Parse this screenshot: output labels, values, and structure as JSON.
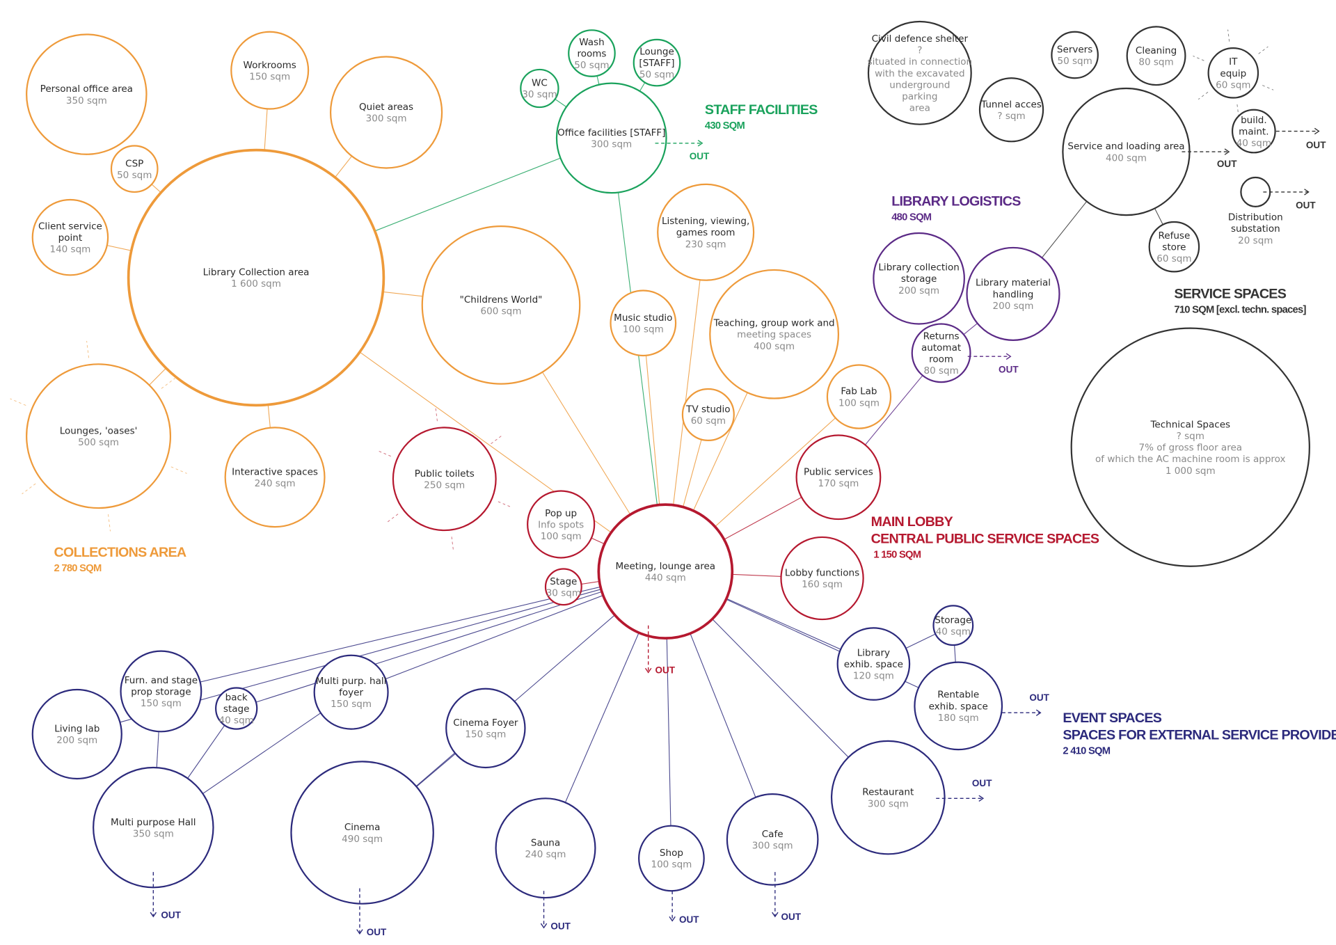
{
  "colors": {
    "collections": "#ee9a3a",
    "staff": "#1aa25c",
    "logistics": "#5b2a86",
    "lobby": "#b5182f",
    "event": "#2c2a7c",
    "service": "#333333"
  },
  "headings": [
    {
      "group": "collections",
      "lines": [
        "COLLECTIONS AREA"
      ],
      "total": "2 780 SQM"
    },
    {
      "group": "staff",
      "lines": [
        "STAFF FACILITIES"
      ],
      "total": "430 SQM"
    },
    {
      "group": "logistics",
      "lines": [
        "LIBRARY LOGISTICS"
      ],
      "total": "480 SQM"
    },
    {
      "group": "service",
      "lines": [
        "SERVICE SPACES"
      ],
      "total": "710 SQM [excl. techn. spaces]"
    },
    {
      "group": "lobby",
      "lines": [
        "MAIN LOBBY",
        "CENTRAL PUBLIC SERVICE SPACES"
      ],
      "total": "1 150 SQM"
    },
    {
      "group": "event",
      "lines": [
        "EVENT SPACES",
        "SPACES FOR EXTERNAL SERVICE PROVIDERS"
      ],
      "total": "2 410 SQM"
    }
  ],
  "nodes": [
    {
      "id": "personal",
      "group": "collections",
      "name": [
        "Personal office area"
      ],
      "detail": [
        "350 sqm"
      ]
    },
    {
      "id": "workrooms",
      "group": "collections",
      "name": [
        "Workrooms"
      ],
      "detail": [
        "150 sqm"
      ]
    },
    {
      "id": "quiet",
      "group": "collections",
      "name": [
        "Quiet areas"
      ],
      "detail": [
        "300 sqm"
      ]
    },
    {
      "id": "csp",
      "group": "collections",
      "name": [
        "CSP"
      ],
      "detail": [
        "50 sqm"
      ]
    },
    {
      "id": "client",
      "group": "collections",
      "name": [
        "Client service",
        "point"
      ],
      "detail": [
        "140 sqm"
      ]
    },
    {
      "id": "libcoll",
      "group": "collections",
      "name": [
        "Library Collection area"
      ],
      "detail": [
        "1 600 sqm"
      ]
    },
    {
      "id": "lounges",
      "group": "collections",
      "name": [
        "Lounges, 'oases'"
      ],
      "detail": [
        "500 sqm"
      ]
    },
    {
      "id": "interactive",
      "group": "collections",
      "name": [
        "Interactive spaces"
      ],
      "detail": [
        "240 sqm"
      ]
    },
    {
      "id": "childrens",
      "group": "collections",
      "name": [
        "\"Childrens World\""
      ],
      "detail": [
        "600 sqm"
      ]
    },
    {
      "id": "listening",
      "group": "collections",
      "name": [
        "Listening, viewing,",
        "games room"
      ],
      "detail": [
        "230 sqm"
      ]
    },
    {
      "id": "music",
      "group": "collections",
      "name": [
        "Music studio"
      ],
      "detail": [
        "100 sqm"
      ]
    },
    {
      "id": "teaching",
      "group": "collections",
      "name": [
        "Teaching, group work and"
      ],
      "detail": [
        "meeting spaces",
        "400 sqm"
      ]
    },
    {
      "id": "tv",
      "group": "collections",
      "name": [
        "TV studio"
      ],
      "detail": [
        "60 sqm"
      ]
    },
    {
      "id": "fablab",
      "group": "collections",
      "name": [
        "Fab Lab"
      ],
      "detail": [
        "100 sqm"
      ]
    },
    {
      "id": "wc",
      "group": "staff",
      "name": [
        "WC"
      ],
      "detail": [
        "30 sqm"
      ]
    },
    {
      "id": "wash",
      "group": "staff",
      "name": [
        "Wash",
        "rooms"
      ],
      "detail": [
        "50 sqm"
      ]
    },
    {
      "id": "lounge_staff",
      "group": "staff",
      "name": [
        "Lounge",
        "[STAFF]"
      ],
      "detail": [
        "50 sqm"
      ]
    },
    {
      "id": "office",
      "group": "staff",
      "name": [
        "Office facilities [STAFF]"
      ],
      "detail": [
        "300 sqm"
      ]
    },
    {
      "id": "libstorage",
      "group": "logistics",
      "name": [
        "Library collection",
        "storage"
      ],
      "detail": [
        "200 sqm"
      ]
    },
    {
      "id": "handling",
      "group": "logistics",
      "name": [
        "Library material",
        "handling"
      ],
      "detail": [
        "200 sqm"
      ]
    },
    {
      "id": "returns",
      "group": "logistics",
      "name": [
        "Returns",
        "automat",
        "room"
      ],
      "detail": [
        "80 sqm"
      ]
    },
    {
      "id": "toilets",
      "group": "lobby",
      "name": [
        "Public toilets"
      ],
      "detail": [
        "250 sqm"
      ]
    },
    {
      "id": "popup",
      "group": "lobby",
      "name": [
        "Pop up"
      ],
      "detail": [
        "Info spots",
        "100 sqm"
      ]
    },
    {
      "id": "stage",
      "group": "lobby",
      "name": [
        "Stage"
      ],
      "detail": [
        "30 sqm"
      ]
    },
    {
      "id": "meeting",
      "group": "lobby",
      "name": [
        "Meeting, lounge area"
      ],
      "detail": [
        "440 sqm"
      ]
    },
    {
      "id": "pubserv",
      "group": "lobby",
      "name": [
        "Public services"
      ],
      "detail": [
        "170 sqm"
      ]
    },
    {
      "id": "lobbyfn",
      "group": "lobby",
      "name": [
        "Lobby functions"
      ],
      "detail": [
        "160 sqm"
      ]
    },
    {
      "id": "livinglab",
      "group": "event",
      "name": [
        "Living lab"
      ],
      "detail": [
        "200 sqm"
      ]
    },
    {
      "id": "furn",
      "group": "event",
      "name": [
        "Furn. and stage",
        "prop storage"
      ],
      "detail": [
        "150 sqm"
      ]
    },
    {
      "id": "backstage",
      "group": "event",
      "name": [
        "back",
        "stage"
      ],
      "detail": [
        "40 sqm"
      ]
    },
    {
      "id": "hallfoyer",
      "group": "event",
      "name": [
        "Multi purp. hall",
        "foyer"
      ],
      "detail": [
        "150 sqm"
      ]
    },
    {
      "id": "cinfoyer",
      "group": "event",
      "name": [
        "Cinema Foyer"
      ],
      "detail": [
        "150 sqm"
      ]
    },
    {
      "id": "hall",
      "group": "event",
      "name": [
        "Multi purpose Hall"
      ],
      "detail": [
        "350 sqm"
      ]
    },
    {
      "id": "cinema",
      "group": "event",
      "name": [
        "Cinema"
      ],
      "detail": [
        "490 sqm"
      ]
    },
    {
      "id": "sauna",
      "group": "event",
      "name": [
        "Sauna"
      ],
      "detail": [
        "240 sqm"
      ]
    },
    {
      "id": "shop",
      "group": "event",
      "name": [
        "Shop"
      ],
      "detail": [
        "100 sqm"
      ]
    },
    {
      "id": "cafe",
      "group": "event",
      "name": [
        "Cafe"
      ],
      "detail": [
        "300 sqm"
      ]
    },
    {
      "id": "restaurant",
      "group": "event",
      "name": [
        "Restaurant"
      ],
      "detail": [
        "300 sqm"
      ]
    },
    {
      "id": "libexhib",
      "group": "event",
      "name": [
        "Library",
        "exhib. space"
      ],
      "detail": [
        "120 sqm"
      ]
    },
    {
      "id": "storage",
      "group": "event",
      "name": [
        "Storage"
      ],
      "detail": [
        "40 sqm"
      ]
    },
    {
      "id": "rentable",
      "group": "event",
      "name": [
        "Rentable",
        "exhib. space"
      ],
      "detail": [
        "180 sqm"
      ]
    },
    {
      "id": "civil",
      "group": "service",
      "name": [
        "Civil defence shelter"
      ],
      "detail": [
        "?",
        "situated in connection",
        "with the excavated",
        "underground",
        "parking",
        "area"
      ]
    },
    {
      "id": "tunnel",
      "group": "service",
      "name": [
        "Tunnel acces"
      ],
      "detail": [
        "? sqm"
      ]
    },
    {
      "id": "servers",
      "group": "service",
      "name": [
        "Servers"
      ],
      "detail": [
        "50 sqm"
      ]
    },
    {
      "id": "cleaning",
      "group": "service",
      "name": [
        "Cleaning"
      ],
      "detail": [
        "80 sqm"
      ]
    },
    {
      "id": "itequip",
      "group": "service",
      "name": [
        "IT",
        "equip"
      ],
      "detail": [
        "60 sqm"
      ]
    },
    {
      "id": "loading",
      "group": "service",
      "name": [
        "Service and loading area"
      ],
      "detail": [
        "400 sqm"
      ]
    },
    {
      "id": "buildmaint",
      "group": "service",
      "name": [
        "build.",
        "maint."
      ],
      "detail": [
        "40 sqm"
      ]
    },
    {
      "id": "distribution",
      "group": "service",
      "name": [
        "Distribution",
        "substation"
      ],
      "detail": [
        "20 sqm"
      ]
    },
    {
      "id": "refuse",
      "group": "service",
      "name": [
        "Refuse",
        "store"
      ],
      "detail": [
        "60 sqm"
      ]
    },
    {
      "id": "technical",
      "group": "service",
      "name": [
        "Technical Spaces"
      ],
      "detail": [
        "? sqm",
        "7% of gross floor area",
        "of which the AC machine room is approx",
        "1 000 sqm"
      ]
    }
  ],
  "edges": [
    {
      "from": "libcoll",
      "to": "workrooms",
      "group": "collections"
    },
    {
      "from": "libcoll",
      "to": "quiet",
      "group": "collections"
    },
    {
      "from": "libcoll",
      "to": "csp",
      "group": "collections"
    },
    {
      "from": "libcoll",
      "to": "client",
      "group": "collections"
    },
    {
      "from": "libcoll",
      "to": "lounges",
      "group": "collections"
    },
    {
      "from": "libcoll",
      "to": "interactive",
      "group": "collections"
    },
    {
      "from": "libcoll",
      "to": "childrens",
      "group": "collections"
    },
    {
      "from": "libcoll",
      "to": "meeting",
      "group": "collections"
    },
    {
      "from": "meeting",
      "to": "childrens",
      "group": "collections"
    },
    {
      "from": "meeting",
      "to": "listening",
      "group": "collections"
    },
    {
      "from": "meeting",
      "to": "music",
      "group": "collections"
    },
    {
      "from": "meeting",
      "to": "teaching",
      "group": "collections"
    },
    {
      "from": "meeting",
      "to": "tv",
      "group": "collections"
    },
    {
      "from": "meeting",
      "to": "fablab",
      "group": "collections"
    },
    {
      "from": "libcoll",
      "to": "office",
      "group": "staff"
    },
    {
      "from": "meeting",
      "to": "office",
      "group": "staff"
    },
    {
      "from": "office",
      "to": "wc",
      "group": "staff"
    },
    {
      "from": "office",
      "to": "wash",
      "group": "staff"
    },
    {
      "from": "office",
      "to": "lounge_staff",
      "group": "staff"
    },
    {
      "from": "pubserv",
      "to": "returns",
      "group": "logistics"
    },
    {
      "from": "returns",
      "to": "handling",
      "group": "logistics"
    },
    {
      "from": "handling",
      "to": "loading",
      "group": "service"
    },
    {
      "from": "loading",
      "to": "refuse",
      "group": "service"
    },
    {
      "from": "meeting",
      "to": "pubserv",
      "group": "lobby"
    },
    {
      "from": "meeting",
      "to": "lobbyfn",
      "group": "lobby"
    },
    {
      "from": "meeting",
      "to": "popup",
      "group": "lobby"
    },
    {
      "from": "meeting",
      "to": "stage",
      "group": "lobby"
    },
    {
      "from": "meeting",
      "to": "livinglab",
      "group": "event"
    },
    {
      "from": "meeting",
      "to": "furn",
      "group": "event"
    },
    {
      "from": "meeting",
      "to": "backstage",
      "group": "event"
    },
    {
      "from": "meeting",
      "to": "hallfoyer",
      "group": "event"
    },
    {
      "from": "meeting",
      "to": "cinema",
      "group": "event"
    },
    {
      "from": "meeting",
      "to": "sauna",
      "group": "event"
    },
    {
      "from": "meeting",
      "to": "shop",
      "group": "event"
    },
    {
      "from": "meeting",
      "to": "cafe",
      "group": "event"
    },
    {
      "from": "meeting",
      "to": "restaurant",
      "group": "event"
    },
    {
      "from": "meeting",
      "to": "libexhib",
      "group": "event"
    },
    {
      "from": "meeting",
      "to": "rentable",
      "group": "event"
    },
    {
      "from": "furn",
      "to": "hall",
      "group": "event"
    },
    {
      "from": "backstage",
      "to": "hall",
      "group": "event"
    },
    {
      "from": "hallfoyer",
      "to": "hall",
      "group": "event"
    },
    {
      "from": "cinfoyer",
      "to": "cinema",
      "group": "event"
    },
    {
      "from": "libexhib",
      "to": "storage",
      "group": "event"
    },
    {
      "from": "storage",
      "to": "rentable",
      "group": "event"
    }
  ],
  "outs": [
    {
      "node": "office",
      "group": "staff",
      "label": "OUT"
    },
    {
      "node": "loading",
      "group": "service",
      "label": "OUT"
    },
    {
      "node": "buildmaint",
      "group": "service",
      "label": "OUT"
    },
    {
      "node": "distribution",
      "group": "service",
      "label": "OUT"
    },
    {
      "node": "returns",
      "group": "logistics",
      "label": "OUT"
    },
    {
      "node": "meeting",
      "group": "lobby",
      "label": "OUT"
    },
    {
      "node": "rentable",
      "group": "event",
      "label": "OUT"
    },
    {
      "node": "restaurant",
      "group": "event",
      "label": "OUT"
    },
    {
      "node": "hall",
      "group": "event",
      "label": "OUT"
    },
    {
      "node": "cinema",
      "group": "event",
      "label": "OUT"
    },
    {
      "node": "sauna",
      "group": "event",
      "label": "OUT"
    },
    {
      "node": "shop",
      "group": "event",
      "label": "OUT"
    },
    {
      "node": "cafe",
      "group": "event",
      "label": "OUT"
    }
  ]
}
